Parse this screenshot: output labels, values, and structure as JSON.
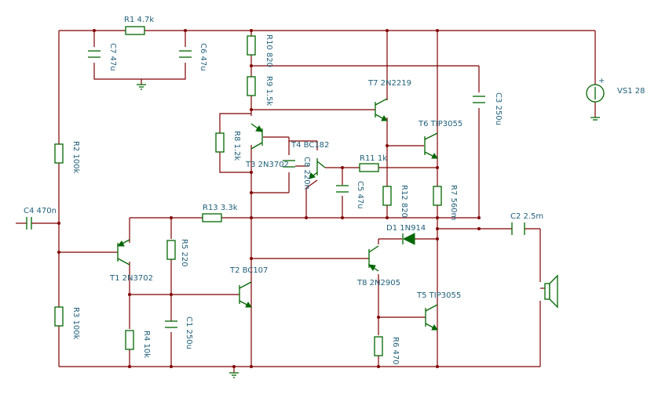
{
  "labels": {
    "r1": "R1 4.7k",
    "c7": "C7 47u",
    "c6": "C6 47u",
    "r10": "R10 820",
    "r9": "R9 1.5k",
    "t7": "T7 2N2219",
    "vs1": "VS1 28",
    "r8": "R8 1.2k",
    "t3": "T3 2N3702",
    "t4": "T4 BC182",
    "c8": "C8 220n",
    "r11": "R11 1k",
    "t6": "T6 TIP3055",
    "c3": "C3 250u",
    "r2": "R2 100k",
    "c5": "C5 47u",
    "r12": "R12 820",
    "r7": "R7 560m",
    "c4": "C4 470n",
    "r13": "R13 3.3k",
    "c2": "C2 2.5m",
    "d1": "D1 1N914",
    "t1": "T1 2N3702",
    "r5": "R5 220",
    "t2": "T2 BC107",
    "t8": "T8 2N2905",
    "t5": "T5 TIP3055",
    "r3": "R3 100k",
    "r4": "R4 10k",
    "c1": "C1 250u",
    "r6": "R6 470",
    "vs_plus": "+"
  }
}
